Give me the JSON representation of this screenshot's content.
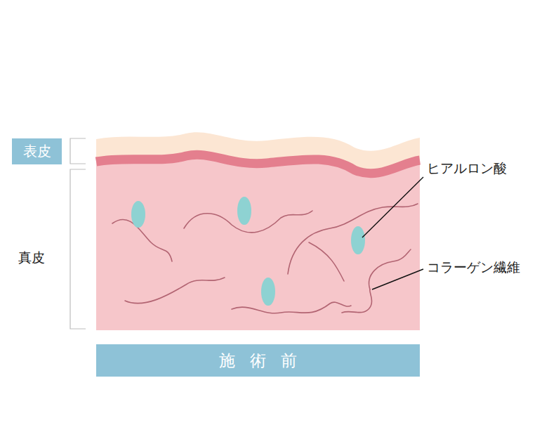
{
  "diagram": {
    "nodes": [
      {
        "text": [
          "表皮"
        ]
      },
      {
        "text": [
          "施術前"
        ]
      }
    ],
    "labels": [
      "真皮",
      "ヒアルロン酸",
      "コラーゲン繊維"
    ]
  }
}
